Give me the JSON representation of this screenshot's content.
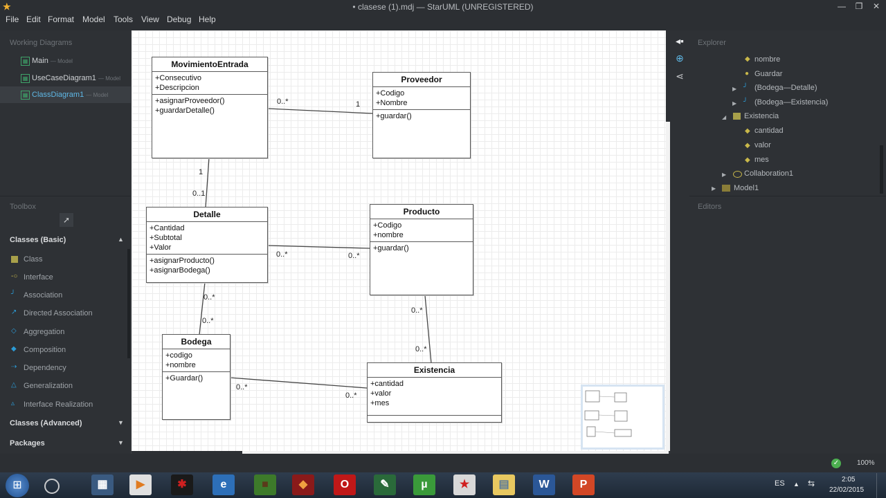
{
  "window": {
    "title": "• clasese (1).mdj — StarUML (UNREGISTERED)"
  },
  "menu": [
    "File",
    "Edit",
    "Format",
    "Model",
    "Tools",
    "View",
    "Debug",
    "Help"
  ],
  "working_diagrams": {
    "heading": "Working Diagrams",
    "items": [
      {
        "label": "Main",
        "sub": "— Model"
      },
      {
        "label": "UseCaseDiagram1",
        "sub": "— Model"
      },
      {
        "label": "ClassDiagram1",
        "sub": "— Model"
      }
    ]
  },
  "toolbox": {
    "heading": "Toolbox",
    "section_basic": "Classes (Basic)",
    "items": [
      "Class",
      "Interface",
      "Association",
      "Directed Association",
      "Aggregation",
      "Composition",
      "Dependency",
      "Generalization",
      "Interface Realization"
    ],
    "section_advanced": "Classes (Advanced)",
    "section_packages": "Packages"
  },
  "explorer": {
    "heading": "Explorer",
    "items": [
      {
        "label": "nombre",
        "icon": "attribute-icon"
      },
      {
        "label": "Guardar",
        "icon": "operation-icon"
      },
      {
        "label": "(Bodega—Detalle)",
        "icon": "association-icon"
      },
      {
        "label": "(Bodega—Existencia)",
        "icon": "association-icon"
      },
      {
        "label": "Existencia",
        "icon": "class-icon"
      },
      {
        "label": "cantidad",
        "icon": "attribute-icon"
      },
      {
        "label": "valor",
        "icon": "attribute-icon"
      },
      {
        "label": "mes",
        "icon": "attribute-icon"
      },
      {
        "label": "Collaboration1",
        "icon": "collaboration-icon"
      },
      {
        "label": "Model1",
        "icon": "model-icon"
      }
    ]
  },
  "editors": {
    "heading": "Editors"
  },
  "status": {
    "zoom": "100%"
  },
  "clock": {
    "time": "2:05",
    "date": "22/02/2015"
  },
  "taskbar": {
    "lang": "ES"
  },
  "diagram": {
    "classes": [
      {
        "name": "MovimientoEntrada",
        "attrs": [
          "+Consecutivo",
          "+Descripcion"
        ],
        "ops": [
          "+asignarProveedor()",
          "+guardarDetalle()"
        ]
      },
      {
        "name": "Proveedor",
        "attrs": [
          "+Codigo",
          "+Nombre"
        ],
        "ops": [
          "+guardar()"
        ]
      },
      {
        "name": "Detalle",
        "attrs": [
          "+Cantidad",
          "+Subtotal",
          "+Valor"
        ],
        "ops": [
          "+asignarProducto()",
          "+asignarBodega()"
        ]
      },
      {
        "name": "Producto",
        "attrs": [
          "+Codigo",
          "+nombre"
        ],
        "ops": [
          "+guardar()"
        ]
      },
      {
        "name": "Bodega",
        "attrs": [
          "+codigo",
          "+nombre"
        ],
        "ops": [
          "+Guardar()"
        ]
      },
      {
        "name": "Existencia",
        "attrs": [
          "+cantidad",
          "+valor",
          "+mes"
        ],
        "ops": []
      }
    ],
    "multiplicities": {
      "me_prov_left": "0..*",
      "me_prov_right": "1",
      "me_det_top": "1",
      "me_det_bottom": "0..1",
      "det_prod_left": "0..*",
      "det_prod_right": "0..*",
      "det_bod_top": "0..*",
      "det_bod_bottom": "0..*",
      "prod_ex_top": "0..*",
      "prod_ex_bottom": "0..*",
      "bod_ex_left": "0..*",
      "bod_ex_right": "0..*"
    }
  }
}
